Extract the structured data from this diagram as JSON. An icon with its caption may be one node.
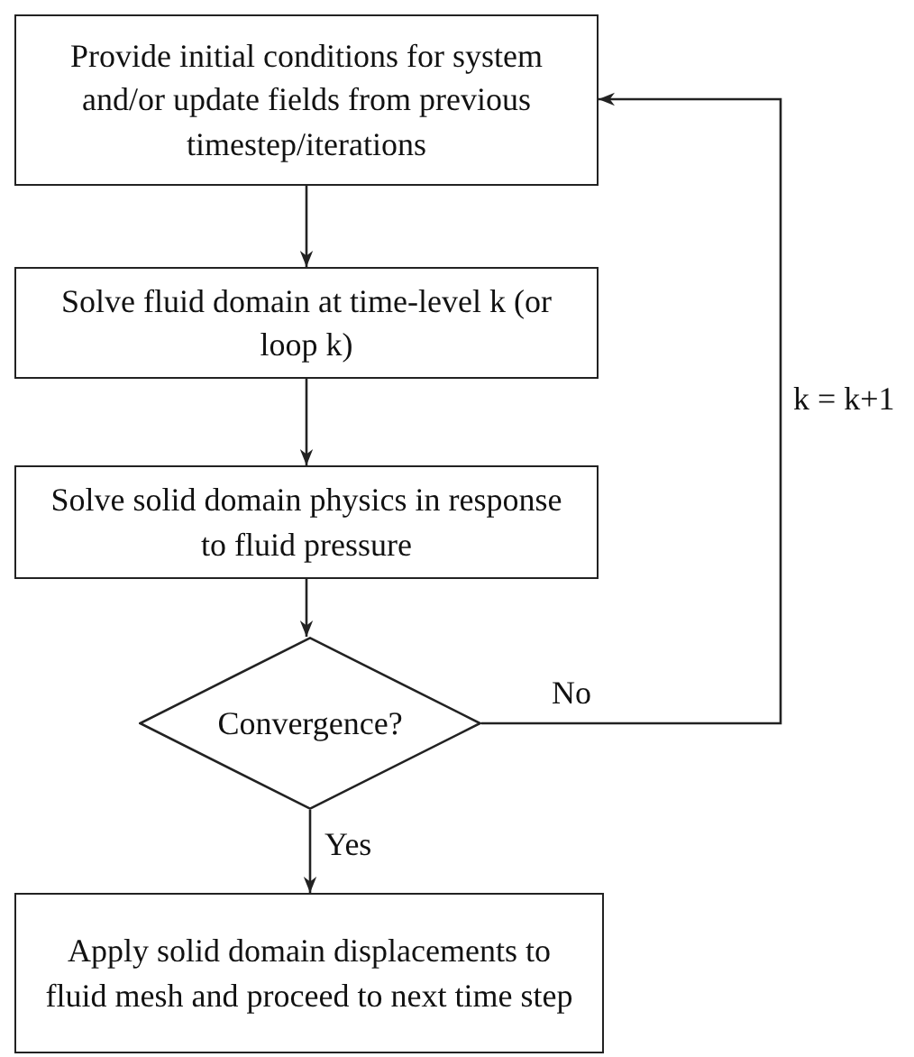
{
  "diagram": {
    "nodes": [
      {
        "text": [
          "Provide initial conditions for system and/or update fields from previous timestep/iterations"
        ]
      },
      {
        "text": [
          "Solve fluid domain at time-level k (or loop k)"
        ]
      },
      {
        "text": [
          "Solve solid domain physics in response to fluid pressure"
        ]
      },
      {
        "text": [
          "Convergence?"
        ]
      },
      {
        "text": [
          "Apply solid domain displacements to fluid mesh and proceed to next time step"
        ]
      }
    ],
    "edges": [
      {
        "from": 0,
        "to": 1,
        "arrow": "to"
      },
      {
        "from": 1,
        "to": 2,
        "arrow": "to"
      },
      {
        "from": 2,
        "to": 3,
        "arrow": "to"
      },
      {
        "from": 3,
        "to": 4,
        "arrow": "to",
        "label": "Yes"
      },
      {
        "from": 3,
        "to": 0,
        "arrow": "to",
        "label": "No"
      }
    ],
    "labels": [
      "k = k+1"
    ]
  }
}
